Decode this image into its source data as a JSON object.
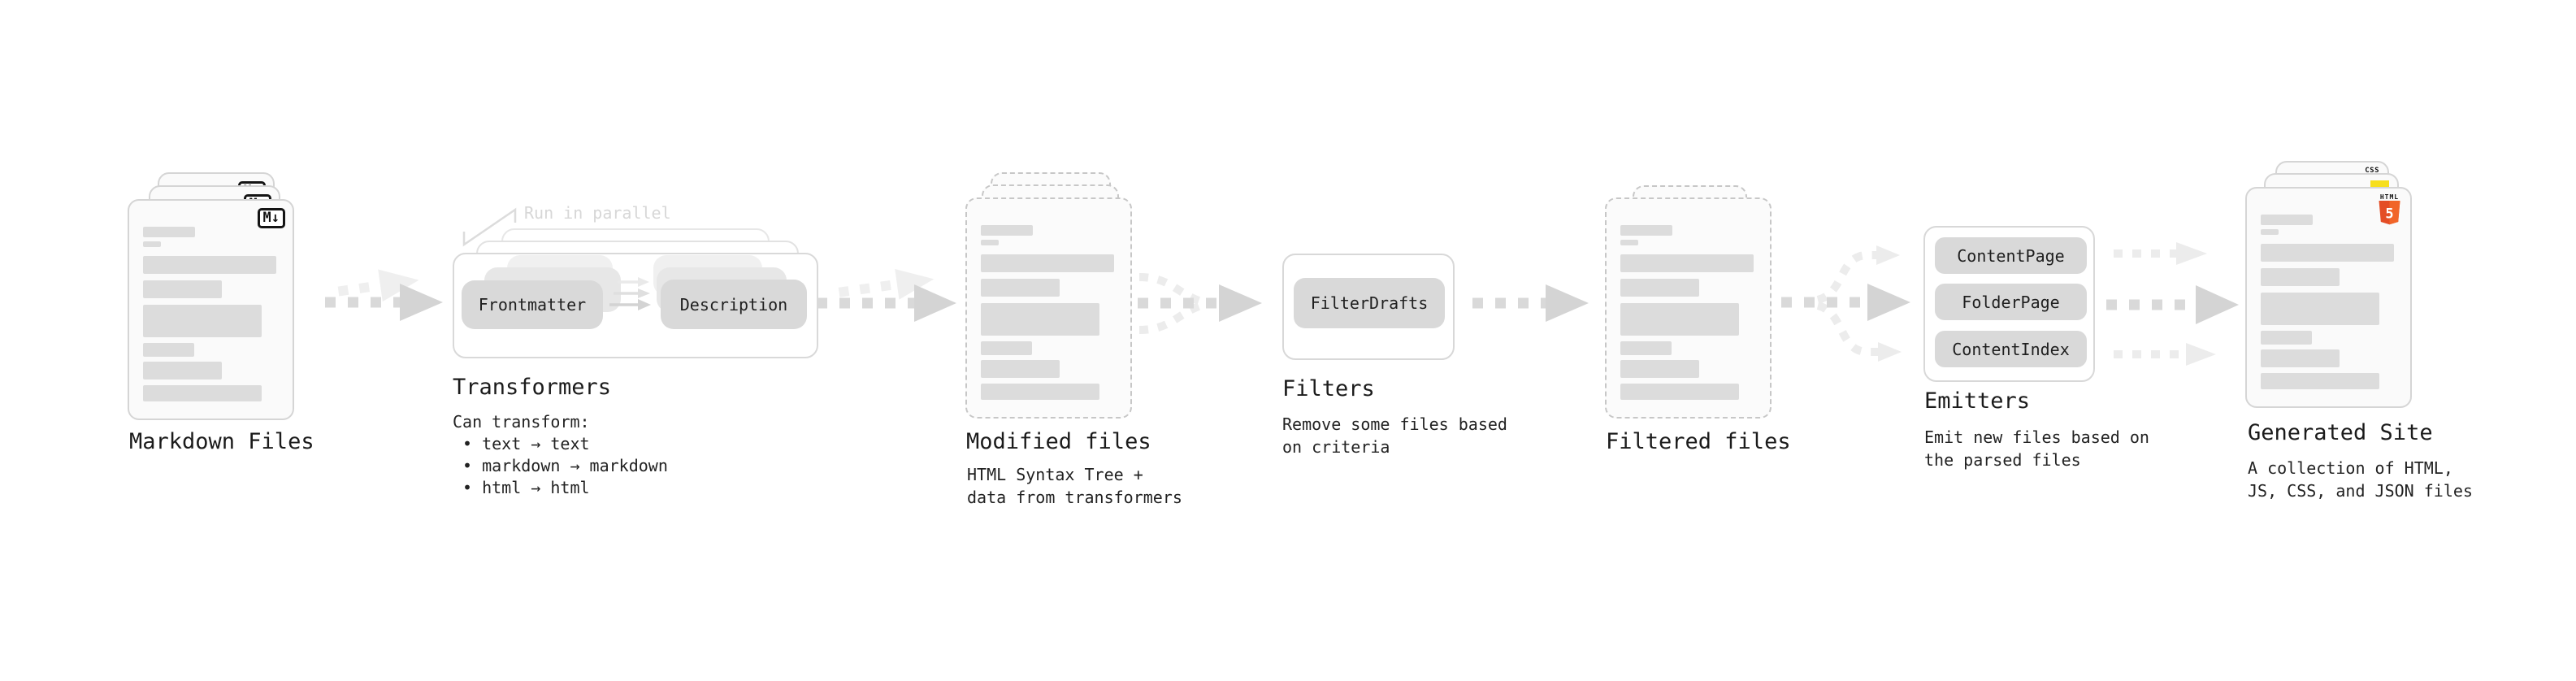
{
  "stages": {
    "markdown": {
      "label": "Markdown Files",
      "badge": "M↓"
    },
    "transformers": {
      "label": "Transformers",
      "callout": "Run in parallel",
      "pill_left": "Frontmatter",
      "pill_right": "Description",
      "desc_title": "Can transform:",
      "bullets": [
        "• text → text",
        "• markdown → markdown",
        "• html → html"
      ]
    },
    "modified": {
      "label": "Modified files",
      "desc": [
        "HTML Syntax Tree +",
        "data from transformers"
      ]
    },
    "filters": {
      "label": "Filters",
      "pill": "FilterDrafts",
      "desc": [
        "Remove some files based",
        "on criteria"
      ]
    },
    "filtered": {
      "label": "Filtered files"
    },
    "emitters": {
      "label": "Emitters",
      "pills": [
        "ContentPage",
        "FolderPage",
        "ContentIndex"
      ],
      "desc": [
        "Emit new files based on",
        "the parsed files"
      ]
    },
    "generated": {
      "label": "Generated Site",
      "desc": [
        "A collection of HTML,",
        "JS, CSS, and JSON files"
      ],
      "css_badge": "CSS",
      "html_badge_word": "HTML",
      "html_badge_number": "5"
    }
  },
  "colors": {
    "js_yellow": "#f7df1e",
    "css_blue": "#2965f1",
    "html5_orange": "#e44d26",
    "html5_orange_light": "#f16529",
    "arrow_gray": "#d4d4d4",
    "pill_gray": "#d9d9d9"
  }
}
